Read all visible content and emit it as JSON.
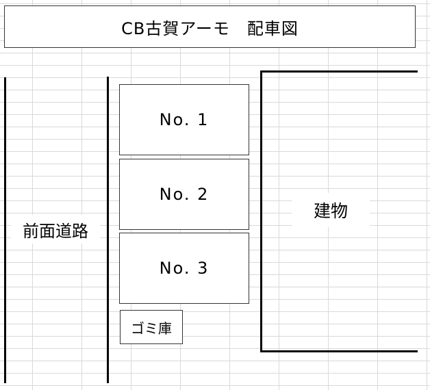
{
  "title": "CB古賀アーモ　配車図",
  "road": {
    "label": "前面道路"
  },
  "parking_spaces": [
    {
      "label": "No. 1"
    },
    {
      "label": "No. 2"
    },
    {
      "label": "No. 3"
    }
  ],
  "trash_storage": {
    "label": "ゴミ庫"
  },
  "building": {
    "label": "建物"
  }
}
